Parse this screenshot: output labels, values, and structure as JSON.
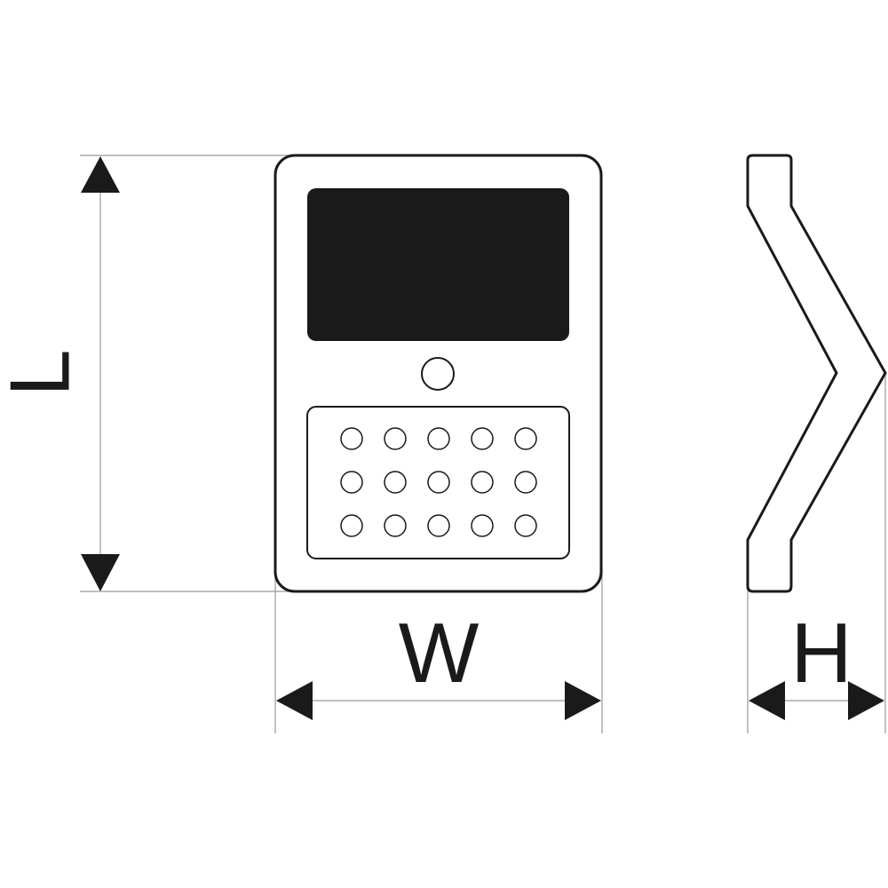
{
  "labels": {
    "length": "L",
    "width": "W",
    "height": "H"
  },
  "device": {
    "led_grid": {
      "rows": 3,
      "cols": 5
    }
  },
  "colors": {
    "ink": "#1a1a1a",
    "panel": "#1a1a1a",
    "dimension_line": "#9a9a9a",
    "background": "#ffffff"
  }
}
